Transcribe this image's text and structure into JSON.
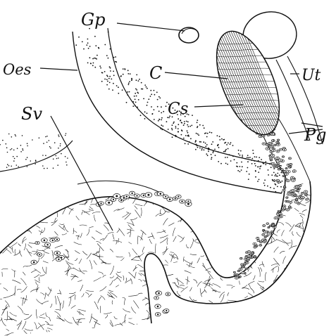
{
  "labels": {
    "gp": "Gp",
    "oes": "Oes",
    "c": "C",
    "ut": "Ut",
    "cs": "Cs",
    "sv": "Sv",
    "pg": "Pg"
  },
  "colors": {
    "ink": "#111111",
    "paper": "#ffffff"
  }
}
